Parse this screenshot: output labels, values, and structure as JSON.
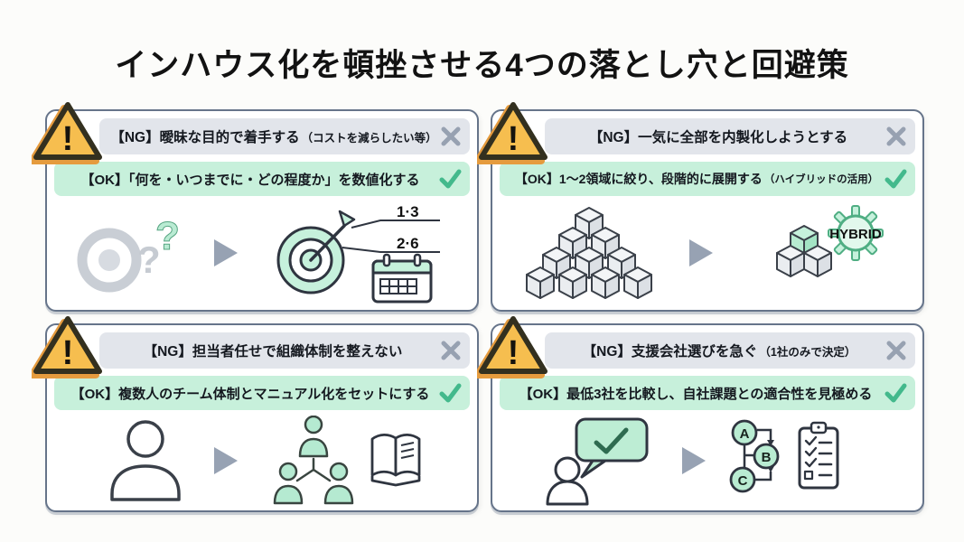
{
  "title": "インハウス化を頓挫させる4つの落とし穴と回避策",
  "icons": {
    "warning": "!",
    "close": "✕",
    "check": "✓",
    "arrow_right": "▶",
    "question_gray": "?",
    "question_green": "?"
  },
  "colors": {
    "background": "#FCFCFA",
    "card_border": "#66748A",
    "ng_bar_bg": "#E2E5EB",
    "ok_bar_bg": "#C7F0DB",
    "close_gray": "#97A1B1",
    "check_green": "#43B98C",
    "warning_fill": "#F6BE4F",
    "warning_shadow": "#E59B3E",
    "warning_border": "#33301F",
    "mint_fill": "#C6F1DC",
    "outline_dark": "#2F3540",
    "faded_gray": "#C9CED5"
  },
  "cards": [
    {
      "ng_label": "【NG】曖昧な目的で着手する",
      "ng_note": "（コストを減らしたい等）",
      "ok_label": "【OK】「何を・いつまでに・どの程度か」を数値化する",
      "ok_note": "",
      "target_labels": [
        "1·3",
        "2·6"
      ]
    },
    {
      "ng_label": "【NG】一気に全部を内製化しようとする",
      "ng_note": "",
      "ok_label": "【OK】1〜2領域に絞り、段階的に展開する",
      "ok_note": "（ハイブリッドの活用）",
      "gear_label": "HYBRID"
    },
    {
      "ng_label": "【NG】担当者任せで組織体制を整えない",
      "ng_note": "",
      "ok_label": "【OK】複数人のチーム体制とマニュアル化をセットにする",
      "ok_note": ""
    },
    {
      "ng_label": "【NG】支援会社選びを急ぐ",
      "ng_note": "（1社のみで決定）",
      "ok_label": "【OK】最低3社を比較し、自社課題との適合性を見極める",
      "ok_note": "",
      "options": [
        "A",
        "B",
        "C"
      ]
    }
  ]
}
